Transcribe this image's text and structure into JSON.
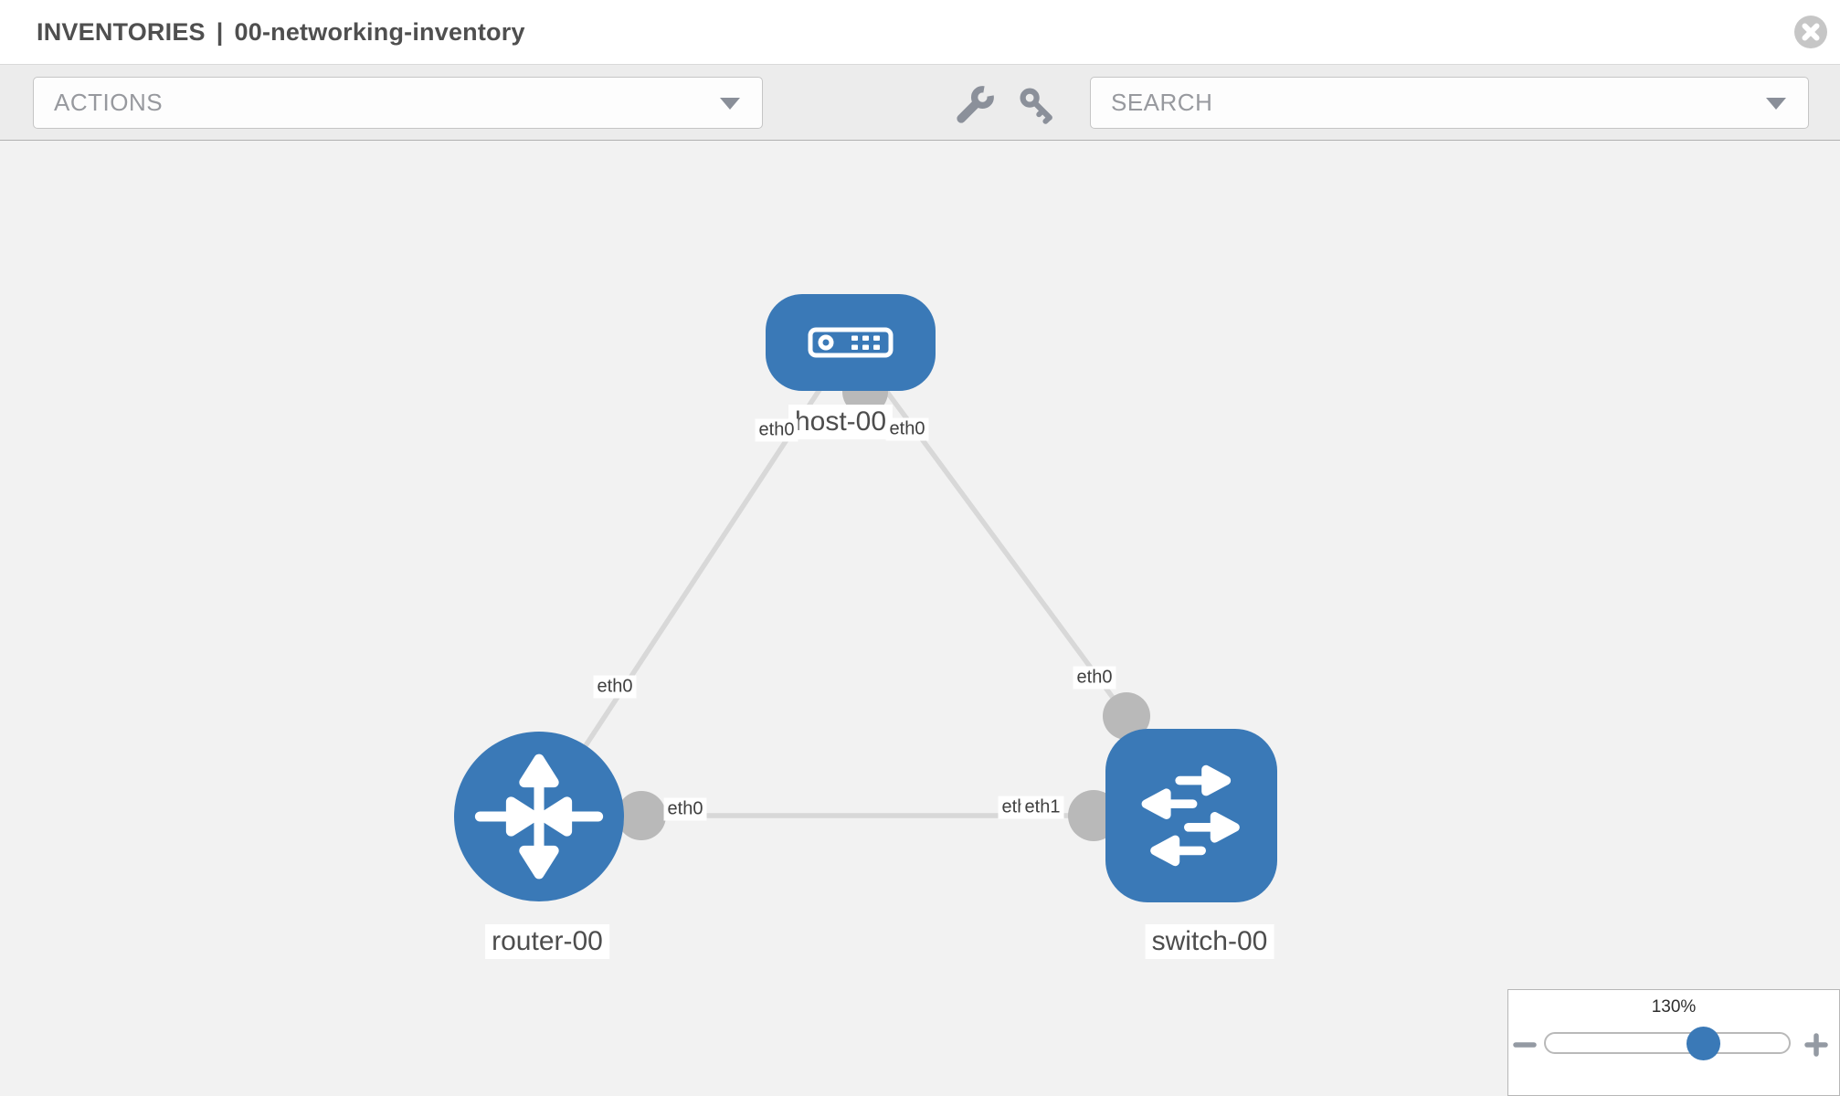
{
  "header": {
    "breadcrumb": "INVENTORIES",
    "separator": "|",
    "current": "00-networking-inventory"
  },
  "toolbar": {
    "actions_label": "ACTIONS",
    "search_label": "SEARCH"
  },
  "icons": {
    "close": "circle-x-icon",
    "wrench": "wrench-icon",
    "key": "key-icon",
    "dropdown": "chevron-down-icon",
    "zoom_out": "minus-icon",
    "zoom_in": "plus-icon"
  },
  "colors": {
    "node_blue": "#3a79b7",
    "link_gray": "#d8d8d8",
    "port_gray": "#b9b9b9",
    "canvas_bg": "#f2f2f2"
  },
  "topology": {
    "nodes": [
      {
        "label": "host-00",
        "type": "host",
        "shape": "rounded-rect"
      },
      {
        "label": "router-00",
        "type": "router",
        "shape": "circle"
      },
      {
        "label": "switch-00",
        "type": "switch",
        "shape": "rounded-square"
      }
    ],
    "links": [
      {
        "source": "host-00",
        "target": "router-00",
        "source_interface": "eth0",
        "target_interface": "eth0"
      },
      {
        "source": "host-00",
        "target": "switch-00",
        "source_interface": "eth0",
        "target_interface": "eth0"
      },
      {
        "source": "router-00",
        "target": "switch-00",
        "source_interface": "eth0",
        "target_interface": "eth1"
      }
    ],
    "interface_labels": [
      {
        "text": "eth0"
      },
      {
        "text": "eth0"
      },
      {
        "text": "eth0"
      },
      {
        "text": "eth0"
      },
      {
        "text": "eth0"
      },
      {
        "text": "eth1"
      },
      {
        "text": "eth0"
      }
    ]
  },
  "zoom_control": {
    "level": "130%"
  }
}
